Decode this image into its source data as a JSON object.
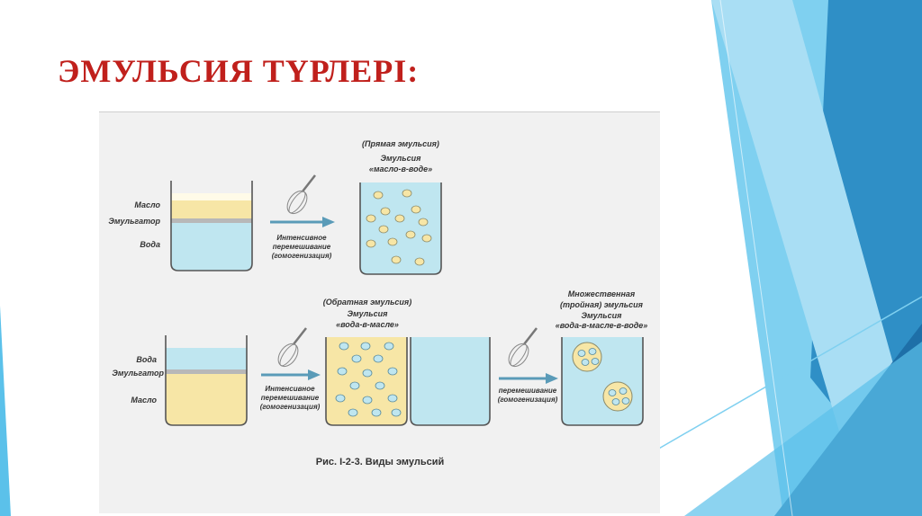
{
  "slide": {
    "title": "ЭМУЛЬСИЯ ТҮРЛЕРІ:",
    "colors": {
      "title": "#c0201c",
      "water": "#bfe6f0",
      "oil": "#f7e6a6",
      "emulsifier": "#b8b8b8",
      "arrow": "#5a9bb8"
    }
  },
  "diagram": {
    "top": {
      "label_oil": "Масло",
      "label_emulsifier": "Эмульгатор",
      "label_water": "Вода",
      "process": [
        "Интенсивное",
        "перемешивание",
        "(гомогенизация)"
      ],
      "result_title": [
        "(Прямая эмульсия)",
        "Эмульсия",
        "«масло-в-воде»"
      ]
    },
    "bottom": {
      "label_water": "Вода",
      "label_emulsifier": "Эмульгатор",
      "label_oil": "Масло",
      "process1": [
        "Интенсивное",
        "перемешивание",
        "(гомогенизация)"
      ],
      "result1_title": [
        "(Обратная эмульсия)",
        "Эмульсия",
        "«вода-в-масле»"
      ],
      "process2": [
        "перемешивание",
        "(гомогенизация)"
      ],
      "result2_title": [
        "Множественная",
        "(тройная) эмульсия",
        "Эмульсия",
        "«вода-в-масле-в-воде»"
      ]
    },
    "caption": "Рис. I-2-3. Виды эмульсий"
  }
}
